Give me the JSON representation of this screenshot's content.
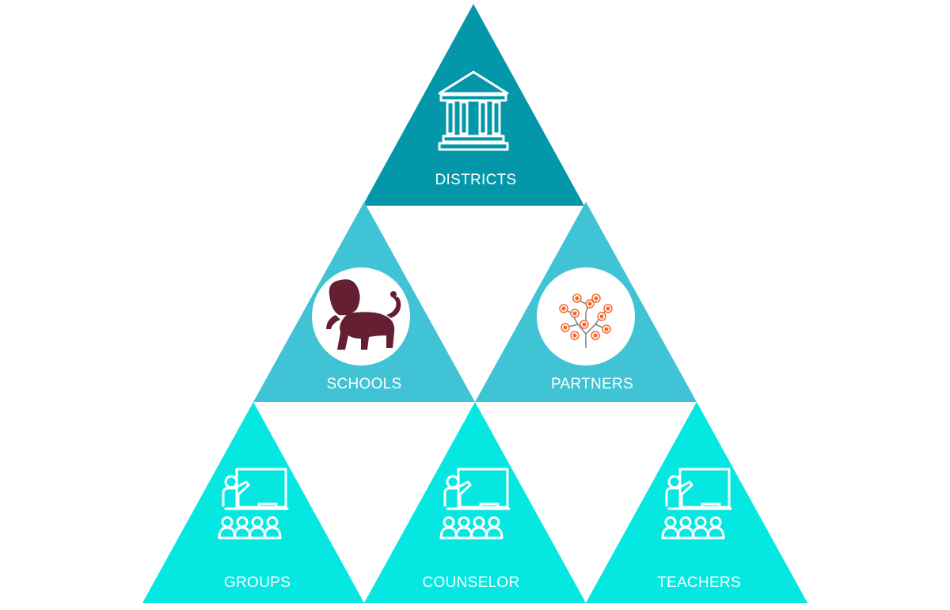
{
  "colors": {
    "top": "#0397a9",
    "middle": "#40c4d5",
    "bottom": "#05e8e2",
    "icon_stroke": "#ffffff",
    "lion": "#651f32",
    "tree_fruit": "#f26a2b",
    "tree_branch": "#7d7d7d"
  },
  "triangles": {
    "districts": {
      "label": "DISTRICTS",
      "icon": "building-columns-icon"
    },
    "schools": {
      "label": "SCHOOLS",
      "icon": "lion-logo"
    },
    "partners": {
      "label": "PARTNERS",
      "icon": "network-tree-icon"
    },
    "groups": {
      "label": "GROUPS",
      "icon": "classroom-teacher-icon"
    },
    "counselor": {
      "label": "COUNSELOR",
      "icon": "classroom-teacher-icon"
    },
    "teachers": {
      "label": "TEACHERS",
      "icon": "classroom-teacher-icon"
    }
  }
}
